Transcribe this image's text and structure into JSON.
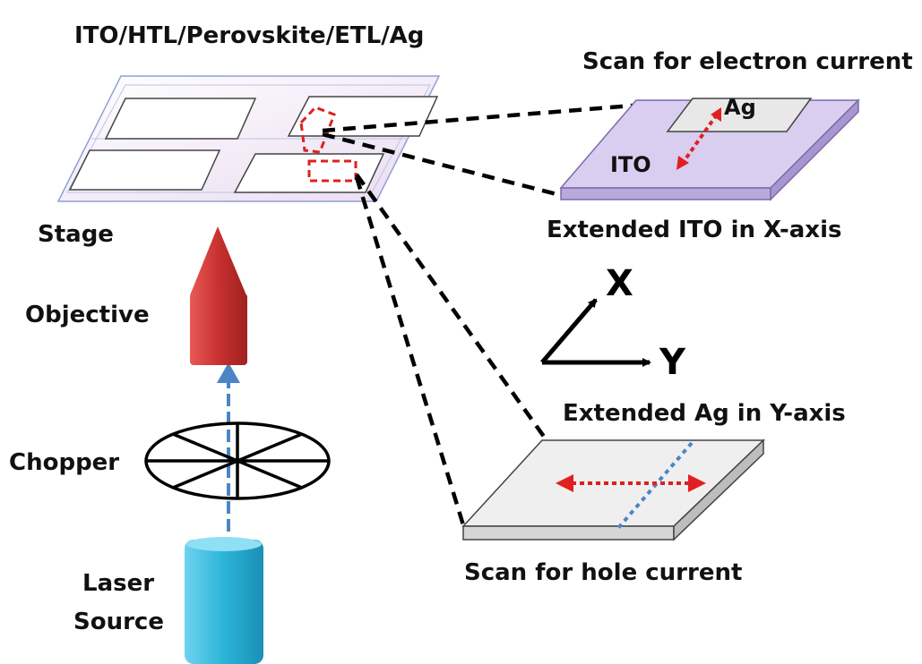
{
  "labels": {
    "stack": "ITO/HTL/Perovskite/ETL/Ag",
    "stage": "Stage",
    "objective": "Objective",
    "chopper": "Chopper",
    "laser_line1": "Laser",
    "laser_line2": "Source",
    "scan_electron": "Scan for electron current",
    "ag": "Ag",
    "ito": "ITO",
    "extended_ito": "Extended ITO in X-axis",
    "axis_x": "X",
    "axis_y": "Y",
    "extended_ag": "Extended Ag in Y-axis",
    "scan_hole": "Scan for hole current"
  },
  "colors": {
    "objective_red": "#c8312f",
    "laser_cyan": "#2bb4d8",
    "beam_blue": "#4a86c5",
    "scan_red": "#e02020",
    "ito_purple": "#d9cdf0",
    "plate_gray": "#f0f0f0"
  }
}
